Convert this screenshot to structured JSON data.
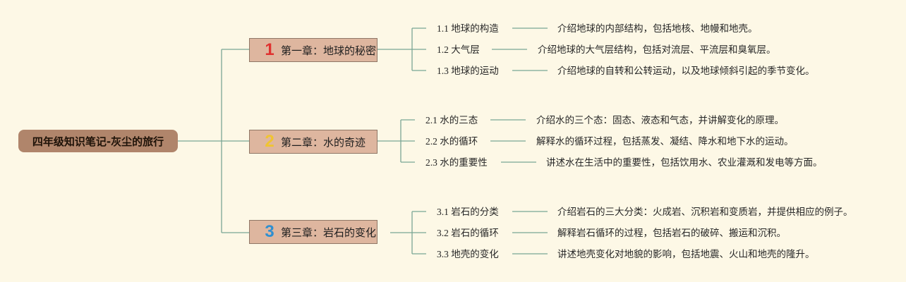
{
  "root": {
    "title": "四年级知识笔记-灰尘的旅行"
  },
  "colors": {
    "line": "#7aa695",
    "root_bg": "#b0856b",
    "chapter_bg": "#deb69f",
    "num1": "#e0312f",
    "num2": "#f0c431",
    "num3": "#2f8fd0"
  },
  "chapters": [
    {
      "number": "1",
      "title": "第一章：地球的秘密",
      "topics": [
        {
          "label": "1.1 地球的构造",
          "desc": "介绍地球的内部结构，包括地核、地幔和地壳。"
        },
        {
          "label": "1.2 大气层",
          "desc": "介绍地球的大气层结构，包括对流层、平流层和臭氧层。"
        },
        {
          "label": "1.3 地球的运动",
          "desc": "介绍地球的自转和公转运动，以及地球倾斜引起的季节变化。"
        }
      ]
    },
    {
      "number": "2",
      "title": "第二章：水的奇迹",
      "topics": [
        {
          "label": "2.1 水的三态",
          "desc": "介绍水的三个态：固态、液态和气态，并讲解变化的原理。"
        },
        {
          "label": "2.2 水的循环",
          "desc": "解释水的循环过程，包括蒸发、凝结、降水和地下水的运动。"
        },
        {
          "label": "2.3 水的重要性",
          "desc": "讲述水在生活中的重要性，包括饮用水、农业灌溉和发电等方面。"
        }
      ]
    },
    {
      "number": "3",
      "title": "第三章：岩石的变化",
      "topics": [
        {
          "label": "3.1 岩石的分类",
          "desc": "介绍岩石的三大分类：火成岩、沉积岩和变质岩，并提供相应的例子。"
        },
        {
          "label": "3.2 岩石的循环",
          "desc": "解释岩石循环的过程，包括岩石的破碎、搬运和沉积。"
        },
        {
          "label": "3.3 地壳的变化",
          "desc": "讲述地壳变化对地貌的影响，包括地震、火山和地壳的隆升。"
        }
      ]
    }
  ]
}
